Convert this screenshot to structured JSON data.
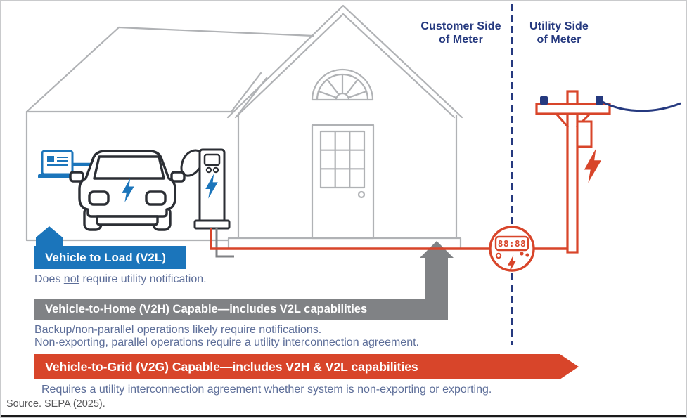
{
  "header": {
    "customer_side": {
      "line1": "Customer Side",
      "line2": "of Meter"
    },
    "utility_side": {
      "line1": "Utility Side",
      "line2": "of Meter"
    }
  },
  "banners": {
    "v2l": {
      "label": "Vehicle to Load (V2L)",
      "caption_pre": "Does ",
      "caption_underlined": "not",
      "caption_post": " require utility notification.",
      "color": "#1b75bb"
    },
    "v2h": {
      "label": "Vehicle-to-Home (V2H) Capable—includes V2L capabilities",
      "caption_line1": "Backup/non-parallel operations likely require notifications.",
      "caption_line2": "Non-exporting, parallel operations require a utility interconnection agreement.",
      "color": "#808285"
    },
    "v2g": {
      "label": "Vehicle-to-Grid (V2G) Capable—includes V2H & V2L capabilities",
      "caption": "Requires a utility interconnection agreement whether system is non-exporting or exporting.",
      "color": "#d8452a"
    }
  },
  "meter": {
    "display": "88:88"
  },
  "source": "Source. SEPA (2025).",
  "icons": {
    "house": "house-icon",
    "garage": "garage-icon",
    "laptop": "laptop-icon",
    "car": "ev-car-front-icon",
    "charger": "ev-charger-icon",
    "meter": "electric-meter-icon",
    "pole": "utility-pole-icon",
    "bolt": "lightning-bolt-icon",
    "boundary": "meter-boundary-dashed-line"
  },
  "colors": {
    "brand_blue": "#1b75bb",
    "navy": "#25397f",
    "gray": "#808285",
    "red": "#d8452a",
    "caption_text": "#5d6e99",
    "source_text": "#58585a",
    "house_outline": "#b0b2b5",
    "dark_outline": "#2b2e34"
  }
}
